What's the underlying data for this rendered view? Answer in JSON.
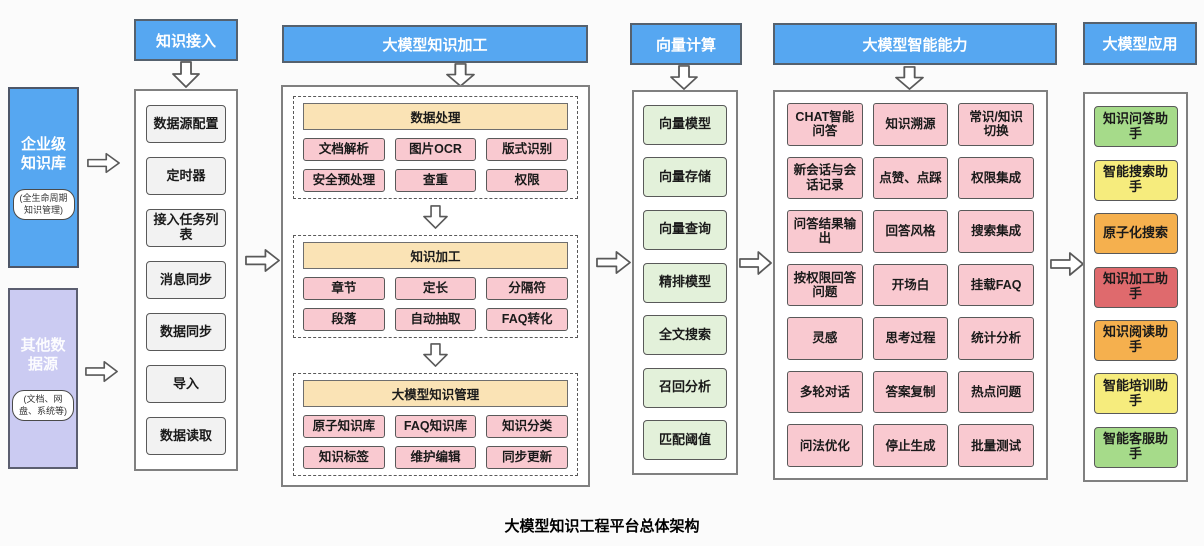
{
  "caption": "大模型知识工程平台总体架构",
  "palette": {
    "header_blue": "#56A7F1",
    "source_lavender": "#CBCBF2",
    "group_header_orange": "#FAE3B5",
    "item_pink": "#F9C9D0",
    "item_green": "#E3F1DA",
    "item_gray": "#F2F2F2",
    "app_green": "#A6DB8A",
    "app_yellow": "#F6EC7D",
    "app_orange": "#F5B04E",
    "app_red": "#DF6A6D"
  },
  "sources": [
    {
      "title": "企业级知识库",
      "subtitle": "(全生命周期知识管理)"
    },
    {
      "title": "其他数据源",
      "subtitle": "(文档、网盘、系统等)"
    }
  ],
  "columns": {
    "access": {
      "header": "知识接入",
      "items": [
        "数据源配置",
        "定时器",
        "接入任务列表",
        "消息同步",
        "数据同步",
        "导入",
        "数据读取"
      ]
    },
    "processing": {
      "header": "大模型知识加工",
      "groups": [
        {
          "title": "数据处理",
          "items": [
            "文档解析",
            "图片OCR",
            "版式识别",
            "安全预处理",
            "查重",
            "权限"
          ]
        },
        {
          "title": "知识加工",
          "items": [
            "章节",
            "定长",
            "分隔符",
            "段落",
            "自动抽取",
            "FAQ转化"
          ]
        },
        {
          "title": "大模型知识管理",
          "items": [
            "原子知识库",
            "FAQ知识库",
            "知识分类",
            "知识标签",
            "维护编辑",
            "同步更新"
          ]
        }
      ]
    },
    "vector": {
      "header": "向量计算",
      "items": [
        "向量模型",
        "向量存储",
        "向量查询",
        "精排模型",
        "全文搜索",
        "召回分析",
        "匹配阈值"
      ]
    },
    "ability": {
      "header": "大模型智能能力",
      "items": [
        "CHAT智能问答",
        "知识溯源",
        "常识/知识切换",
        "新会话与会话记录",
        "点赞、点踩",
        "权限集成",
        "问答结果输出",
        "回答风格",
        "搜索集成",
        "按权限回答问题",
        "开场白",
        "挂载FAQ",
        "灵感",
        "思考过程",
        "统计分析",
        "多轮对话",
        "答案复制",
        "热点问题",
        "问法优化",
        "停止生成",
        "批量测试"
      ]
    },
    "apps": {
      "header": "大模型应用",
      "items": [
        {
          "label": "知识问答助手",
          "tone": "green"
        },
        {
          "label": "智能搜索助手",
          "tone": "yellow"
        },
        {
          "label": "原子化搜索",
          "tone": "orange"
        },
        {
          "label": "知识加工助手",
          "tone": "red"
        },
        {
          "label": "知识阅读助手",
          "tone": "orange"
        },
        {
          "label": "智能培训助手",
          "tone": "yellow"
        },
        {
          "label": "智能客服助手",
          "tone": "green"
        }
      ]
    }
  }
}
